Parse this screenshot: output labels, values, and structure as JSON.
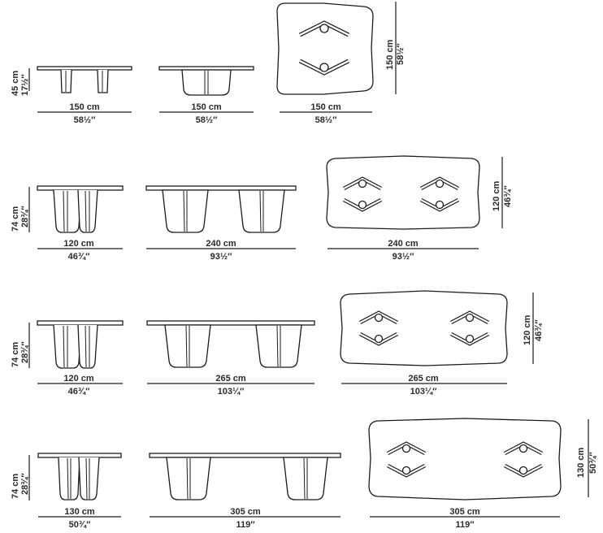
{
  "rows": [
    {
      "height": {
        "cm": "45 cm",
        "in": "17½″"
      },
      "side": {
        "cm": "150 cm",
        "in": "58½″"
      },
      "front": {
        "cm": "150 cm",
        "in": "58½″"
      },
      "top": {
        "w_cm": "150 cm",
        "w_in": "58½″",
        "d_cm": "150 cm",
        "d_in": "58½″"
      }
    },
    {
      "height": {
        "cm": "74 cm",
        "in": "28¾″"
      },
      "side": {
        "cm": "120 cm",
        "in": "46¾″"
      },
      "front": {
        "cm": "240 cm",
        "in": "93½″"
      },
      "top": {
        "w_cm": "240 cm",
        "w_in": "93½″",
        "d_cm": "120 cm",
        "d_in": "46¾″"
      }
    },
    {
      "height": {
        "cm": "74 cm",
        "in": "28¾″"
      },
      "side": {
        "cm": "120 cm",
        "in": "46¾″"
      },
      "front": {
        "cm": "265 cm",
        "in": "103¼″"
      },
      "top": {
        "w_cm": "265 cm",
        "w_in": "103¼″",
        "d_cm": "120 cm",
        "d_in": "46¾″"
      }
    },
    {
      "height": {
        "cm": "74 cm",
        "in": "28¾″"
      },
      "side": {
        "cm": "130 cm",
        "in": "50¾″"
      },
      "front": {
        "cm": "305 cm",
        "in": "119″"
      },
      "top": {
        "w_cm": "305 cm",
        "w_in": "119″",
        "d_cm": "130 cm",
        "d_in": "50¾″"
      }
    }
  ]
}
